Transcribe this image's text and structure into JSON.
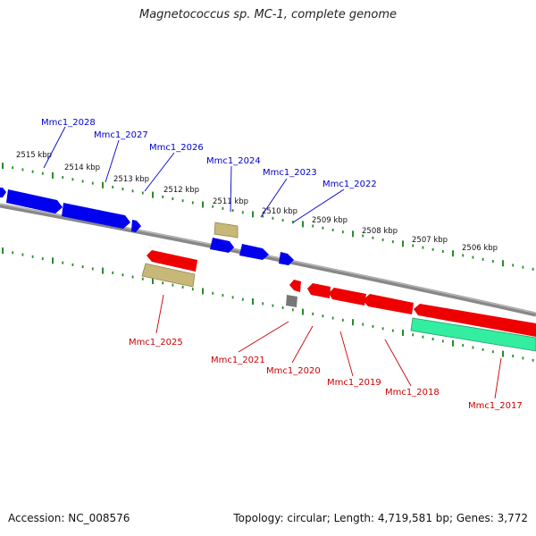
{
  "title": "Magnetococcus sp. MC-1, complete genome",
  "footer": {
    "accession": "Accession: NC_008576",
    "summary": "Topology: circular; Length: 4,719,581 bp; Genes: 3,772"
  },
  "colors": {
    "forward_gene": "#0000ee",
    "reverse_gene": "#ee0000",
    "rna_feature": "#c8b878",
    "pseudo_feature": "#777777",
    "highlight_feature": "#33eea0",
    "backbone": "#888888",
    "tick": "#2a8a2a",
    "forward_label": "#0000cc",
    "reverse_label": "#cc0000"
  },
  "ruler": [
    {
      "label": "2515 kbp"
    },
    {
      "label": "2514 kbp"
    },
    {
      "label": "2513 kbp"
    },
    {
      "label": "2512 kbp"
    },
    {
      "label": "2511 kbp"
    },
    {
      "label": "2510 kbp"
    },
    {
      "label": "2509 kbp"
    },
    {
      "label": "2508 kbp"
    },
    {
      "label": "2507 kbp"
    },
    {
      "label": "2506 kbp"
    }
  ],
  "forward_labels": [
    "Mmc1_2028",
    "Mmc1_2027",
    "Mmc1_2026",
    "Mmc1_2024",
    "Mmc1_2023",
    "Mmc1_2022"
  ],
  "reverse_labels": [
    "Mmc1_2025",
    "Mmc1_2021",
    "Mmc1_2020",
    "Mmc1_2019",
    "Mmc1_2018",
    "Mmc1_2017"
  ]
}
